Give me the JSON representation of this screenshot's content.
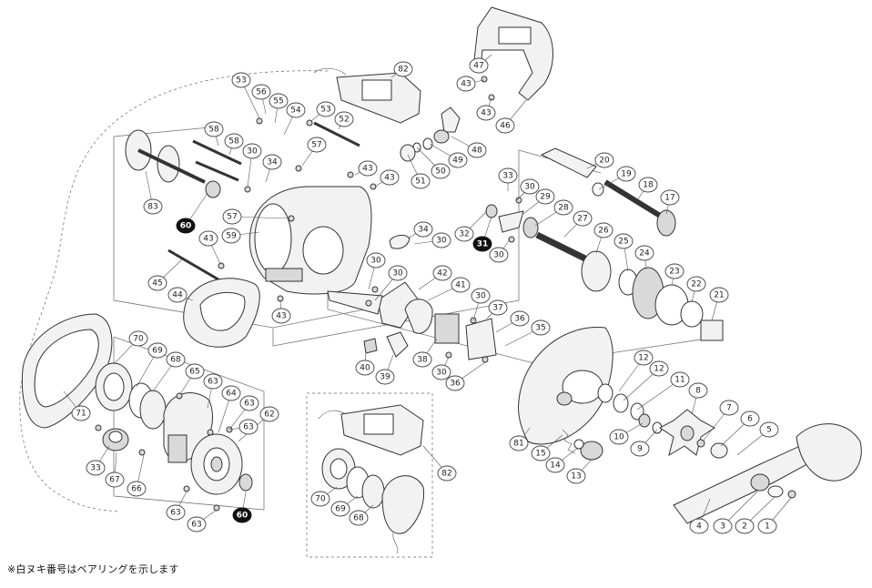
{
  "footnote": "※白ヌキ番号はベアリングを示します",
  "highlight_color": "#111111",
  "line_color": "#333333",
  "labels": [
    {
      "id": "82",
      "filled": false
    },
    {
      "id": "53",
      "filled": false
    },
    {
      "id": "56",
      "filled": false
    },
    {
      "id": "55",
      "filled": false
    },
    {
      "id": "54",
      "filled": false
    },
    {
      "id": "53",
      "filled": false
    },
    {
      "id": "52",
      "filled": false
    },
    {
      "id": "58",
      "filled": false
    },
    {
      "id": "58",
      "filled": false
    },
    {
      "id": "30",
      "filled": false
    },
    {
      "id": "57",
      "filled": false
    },
    {
      "id": "34",
      "filled": false
    },
    {
      "id": "43",
      "filled": false
    },
    {
      "id": "43",
      "filled": false
    },
    {
      "id": "43",
      "filled": false
    },
    {
      "id": "43",
      "filled": false
    },
    {
      "id": "46",
      "filled": false
    },
    {
      "id": "47",
      "filled": false
    },
    {
      "id": "48",
      "filled": false
    },
    {
      "id": "49",
      "filled": false
    },
    {
      "id": "50",
      "filled": false
    },
    {
      "id": "51",
      "filled": false
    },
    {
      "id": "83",
      "filled": false
    },
    {
      "id": "60",
      "filled": true
    },
    {
      "id": "57",
      "filled": false
    },
    {
      "id": "59",
      "filled": false
    },
    {
      "id": "43",
      "filled": false
    },
    {
      "id": "45",
      "filled": false
    },
    {
      "id": "44",
      "filled": false
    },
    {
      "id": "43",
      "filled": false
    },
    {
      "id": "33",
      "filled": false
    },
    {
      "id": "30",
      "filled": false
    },
    {
      "id": "29",
      "filled": false
    },
    {
      "id": "28",
      "filled": false
    },
    {
      "id": "32",
      "filled": false
    },
    {
      "id": "31",
      "filled": true
    },
    {
      "id": "30",
      "filled": false
    },
    {
      "id": "34",
      "filled": false
    },
    {
      "id": "30",
      "filled": false
    },
    {
      "id": "20",
      "filled": false
    },
    {
      "id": "19",
      "filled": false
    },
    {
      "id": "18",
      "filled": false
    },
    {
      "id": "17",
      "filled": false
    },
    {
      "id": "27",
      "filled": false
    },
    {
      "id": "26",
      "filled": false
    },
    {
      "id": "25",
      "filled": false
    },
    {
      "id": "24",
      "filled": false
    },
    {
      "id": "23",
      "filled": false
    },
    {
      "id": "22",
      "filled": false
    },
    {
      "id": "21",
      "filled": false
    },
    {
      "id": "30",
      "filled": false
    },
    {
      "id": "30",
      "filled": false
    },
    {
      "id": "42",
      "filled": false
    },
    {
      "id": "41",
      "filled": false
    },
    {
      "id": "30",
      "filled": false
    },
    {
      "id": "37",
      "filled": false
    },
    {
      "id": "36",
      "filled": false
    },
    {
      "id": "35",
      "filled": false
    },
    {
      "id": "38",
      "filled": false
    },
    {
      "id": "30",
      "filled": false
    },
    {
      "id": "36",
      "filled": false
    },
    {
      "id": "40",
      "filled": false
    },
    {
      "id": "39",
      "filled": false
    },
    {
      "id": "70",
      "filled": false
    },
    {
      "id": "69",
      "filled": false
    },
    {
      "id": "68",
      "filled": false
    },
    {
      "id": "65",
      "filled": false
    },
    {
      "id": "63",
      "filled": false
    },
    {
      "id": "64",
      "filled": false
    },
    {
      "id": "63",
      "filled": false
    },
    {
      "id": "62",
      "filled": false
    },
    {
      "id": "63",
      "filled": false
    },
    {
      "id": "71",
      "filled": false
    },
    {
      "id": "33",
      "filled": false
    },
    {
      "id": "67",
      "filled": false
    },
    {
      "id": "66",
      "filled": false
    },
    {
      "id": "63",
      "filled": false
    },
    {
      "id": "63",
      "filled": false
    },
    {
      "id": "60",
      "filled": true
    },
    {
      "id": "12",
      "filled": false
    },
    {
      "id": "12",
      "filled": false
    },
    {
      "id": "11",
      "filled": false
    },
    {
      "id": "8",
      "filled": false
    },
    {
      "id": "7",
      "filled": false
    },
    {
      "id": "6",
      "filled": false
    },
    {
      "id": "5",
      "filled": false
    },
    {
      "id": "10",
      "filled": false
    },
    {
      "id": "9",
      "filled": false
    },
    {
      "id": "81",
      "filled": false
    },
    {
      "id": "15",
      "filled": false
    },
    {
      "id": "14",
      "filled": false
    },
    {
      "id": "13",
      "filled": false
    },
    {
      "id": "4",
      "filled": false
    },
    {
      "id": "3",
      "filled": false
    },
    {
      "id": "2",
      "filled": false
    },
    {
      "id": "1",
      "filled": false
    },
    {
      "id": "82",
      "filled": false
    },
    {
      "id": "70",
      "filled": false
    },
    {
      "id": "69",
      "filled": false
    },
    {
      "id": "68",
      "filled": false
    }
  ]
}
